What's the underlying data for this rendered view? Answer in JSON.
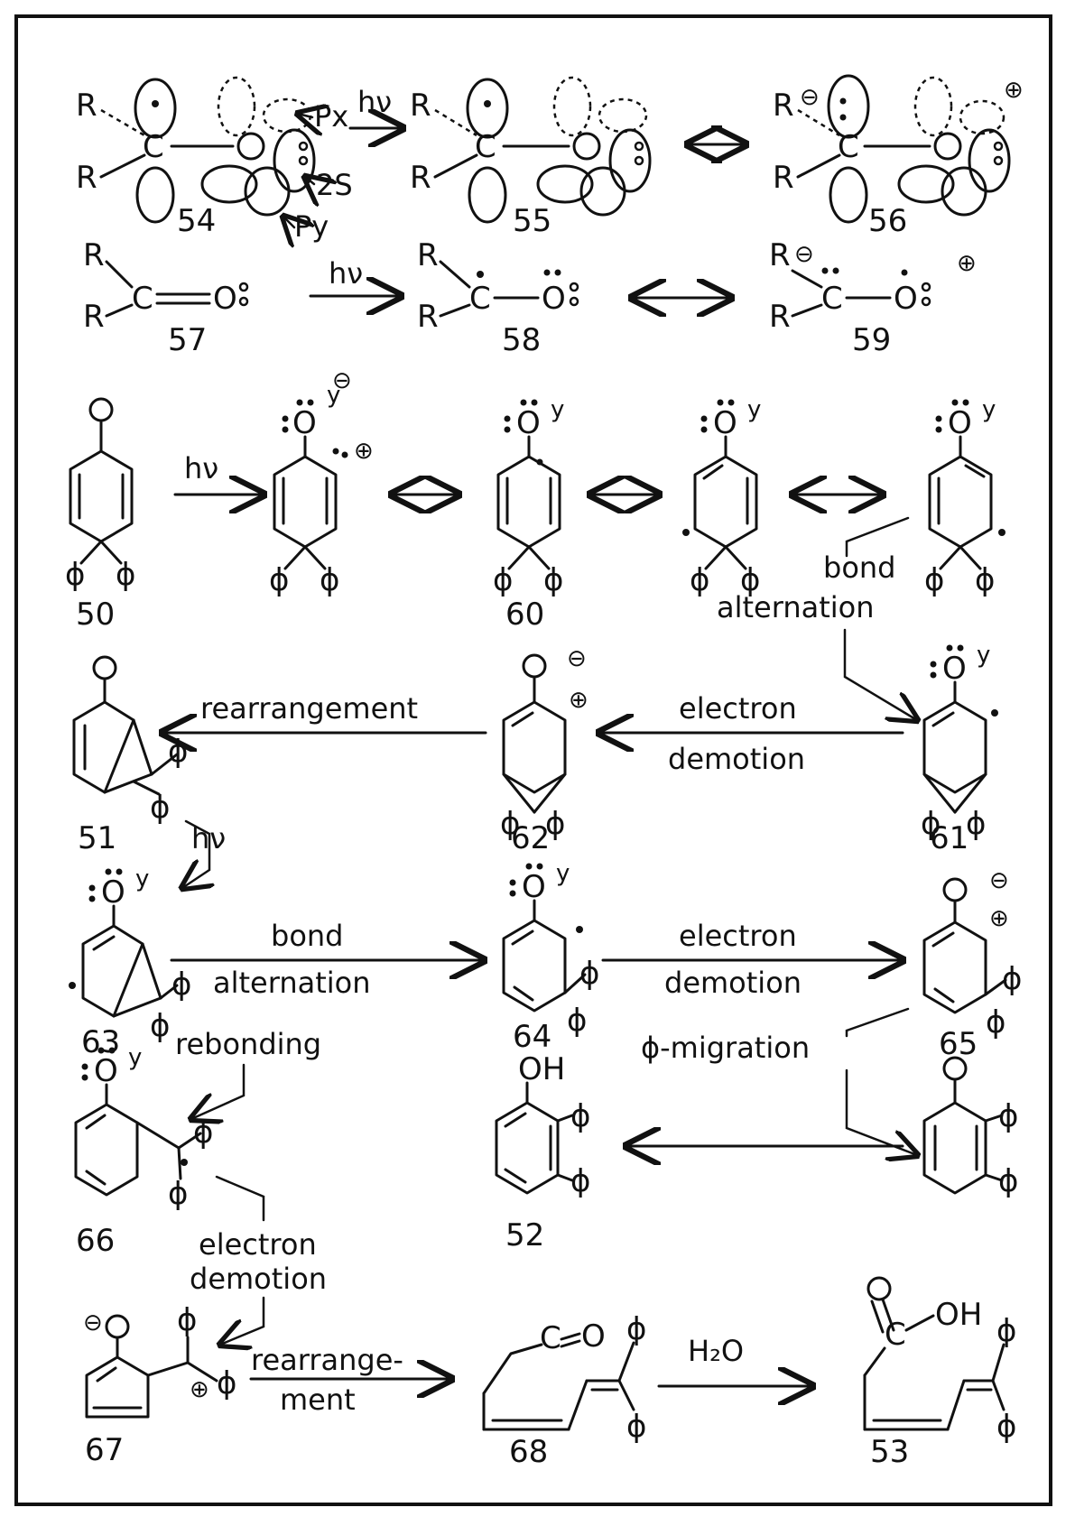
{
  "compounds": {
    "c54": "54",
    "c55": "55",
    "c56": "56",
    "c57": "57",
    "c58": "58",
    "c59": "59",
    "c50": "50",
    "c60": "60",
    "c51": "51",
    "c62": "62",
    "c61": "61",
    "c63": "63",
    "c64": "64",
    "c65": "65",
    "c66": "66",
    "c52": "52",
    "c67": "67",
    "c68": "68",
    "c53": "53"
  },
  "labels": {
    "hv": "hν",
    "px": "Px",
    "two_s": "2S",
    "py": "Py",
    "bond_alternation": "bond alternation",
    "bond": "bond",
    "alternation": "alternation",
    "rearrangement": "rearrangement",
    "electron": "electron",
    "demotion": "demotion",
    "rebonding": "rebonding",
    "phi_migration": "ϕ-migration",
    "rearrange_a": "rearrange-",
    "rearrange_b": "ment",
    "h2o": "H₂O"
  },
  "atoms": {
    "R": "R",
    "C": "C",
    "O": "O",
    "OH": "OH",
    "phi": "ϕ",
    "ominus": "⊖",
    "oplus": "⊕",
    "y": "y"
  }
}
